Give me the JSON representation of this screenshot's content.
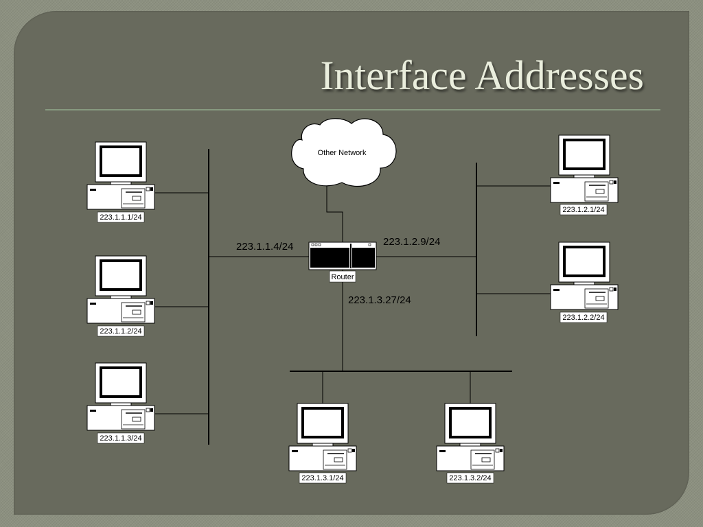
{
  "title": "Interface Addresses",
  "cloud_label": "Other Network",
  "router_label": "Router",
  "interfaces": {
    "subnet1": "223.1.1.4/24",
    "subnet2": "223.1.2.9/24",
    "subnet3": "223.1.3.27/24"
  },
  "hosts": [
    {
      "id": "h1",
      "address": "223.1.1.1/24"
    },
    {
      "id": "h2",
      "address": "223.1.1.2/24"
    },
    {
      "id": "h3",
      "address": "223.1.1.3/24"
    },
    {
      "id": "h4",
      "address": "223.1.2.1/24"
    },
    {
      "id": "h5",
      "address": "223.1.2.2/24"
    },
    {
      "id": "h6",
      "address": "223.1.3.1/24"
    },
    {
      "id": "h7",
      "address": "223.1.3.2/24"
    }
  ],
  "colors": {
    "background": "#686a5d",
    "title": "#eaeedd",
    "rule": "#879a80"
  }
}
